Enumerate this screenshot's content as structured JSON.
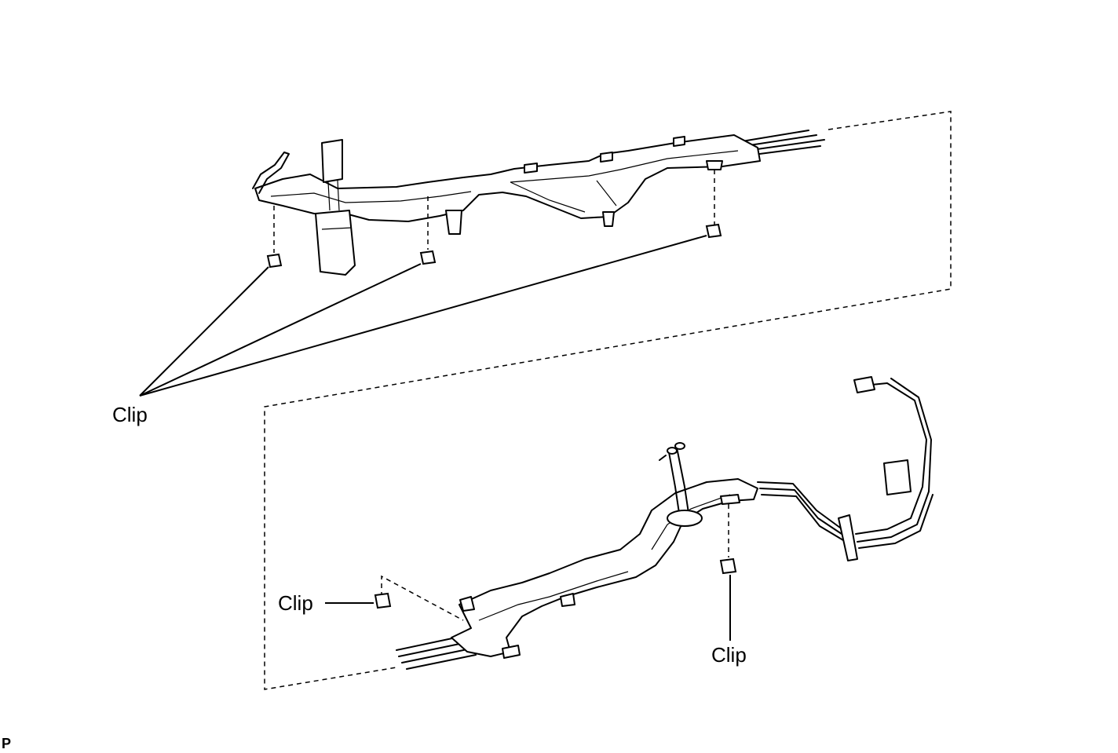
{
  "labels": {
    "clip_upper_left": "Clip",
    "clip_lower_left": "Clip",
    "clip_lower_right": "Clip"
  },
  "figure_code": "P",
  "colors": {
    "line": "#000000",
    "background": "#ffffff"
  }
}
